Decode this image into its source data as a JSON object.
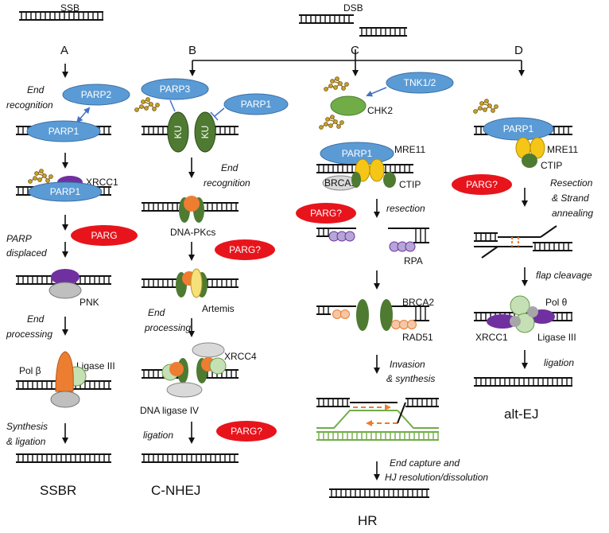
{
  "top": {
    "ssb": "SSB",
    "dsb": "DSB"
  },
  "columns": {
    "a": "A",
    "b": "B",
    "c": "C",
    "d": "D"
  },
  "a": {
    "parp2": "PARP2",
    "end_recognition_1": "End",
    "end_recognition_2": "recognition",
    "parp1_1": "PARP1",
    "xrcc1": "XRCC1",
    "parp1_2": "PARP1",
    "parg": "PARG",
    "parp_displaced_1": "PARP",
    "parp_displaced_2": "displaced",
    "pnk": "PNK",
    "end_processing_1": "End",
    "end_processing_2": "processing",
    "pol_beta": "Pol β",
    "ligase3": "Ligase III",
    "synthesis_1": "Synthesis",
    "synthesis_2": "& ligation",
    "final": "SSBR"
  },
  "b": {
    "parp3": "PARP3",
    "parp1": "PARP1",
    "ku1": "KU",
    "ku2": "KU",
    "end_recognition_1": "End",
    "end_recognition_2": "recognition",
    "dnapkcs": "DNA-PKcs",
    "parg": "PARG?",
    "artemis": "Artemis",
    "end_processing_1": "End",
    "end_processing_2": "processing",
    "xrcc4": "XRCC4",
    "dna_ligase4": "DNA ligase IV",
    "parg2": "PARG?",
    "ligation": "ligation",
    "final": "C-NHEJ"
  },
  "c": {
    "tnk": "TNK1/2",
    "chk2": "CHK2",
    "parp1": "PARP1",
    "mre11": "MRE11",
    "brca1": "BRCA1",
    "ctip": "CTIP",
    "parg": "PARG?",
    "resection": "resection",
    "rpa": "RPA",
    "brca2": "BRCA2",
    "rad51": "RAD51",
    "invasion_1": "Invasion",
    "invasion_2": "& synthesis",
    "end_capture_1": "End capture  and",
    "end_capture_2": "HJ resolution/dissolution",
    "final": "HR"
  },
  "d": {
    "parp1": "PARP1",
    "mre11": "MRE11",
    "ctip": "CTIP",
    "parg": "PARG?",
    "resection_1": "Resection",
    "resection_2": "& Strand",
    "resection_3": "annealing",
    "flap": "flap cleavage",
    "pol_theta": "Pol θ",
    "xrcc1": "XRCC1",
    "ligase3": "Ligase III",
    "ligation": "ligation",
    "final": "alt-EJ"
  },
  "colors": {
    "blue": "#5b9bd5",
    "red": "#e8141c",
    "green": "#4e7a32",
    "orange": "#ed7d31",
    "yellow": "#f5c518",
    "purple": "#7030a0",
    "grey": "#bfbfbf",
    "lightgreen": "#c5e0b4",
    "lilac": "#b4a7d6",
    "brown": "#8b6a1f"
  }
}
